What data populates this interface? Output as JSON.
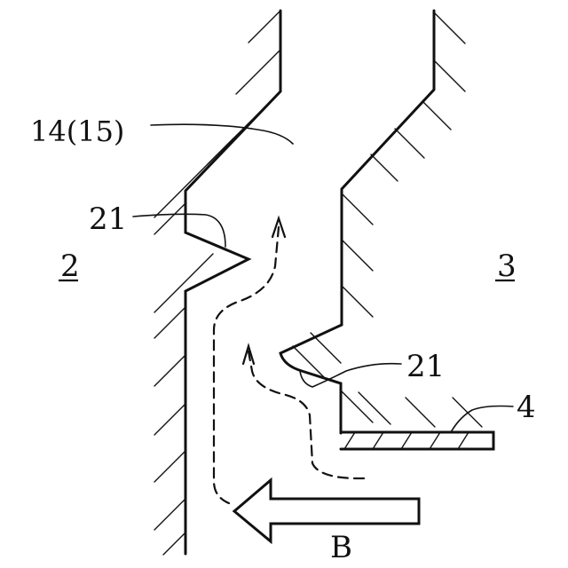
{
  "labels": {
    "channel": "14(15)",
    "protrusion_left": "21",
    "protrusion_right": "21",
    "part_left": "2",
    "part_right": "3",
    "part_plate": "4",
    "flow": "B"
  },
  "colors": {
    "line": "#111111",
    "background": "#ffffff"
  },
  "icons": {
    "flow_arrow": "outline-arrow-left-icon"
  }
}
